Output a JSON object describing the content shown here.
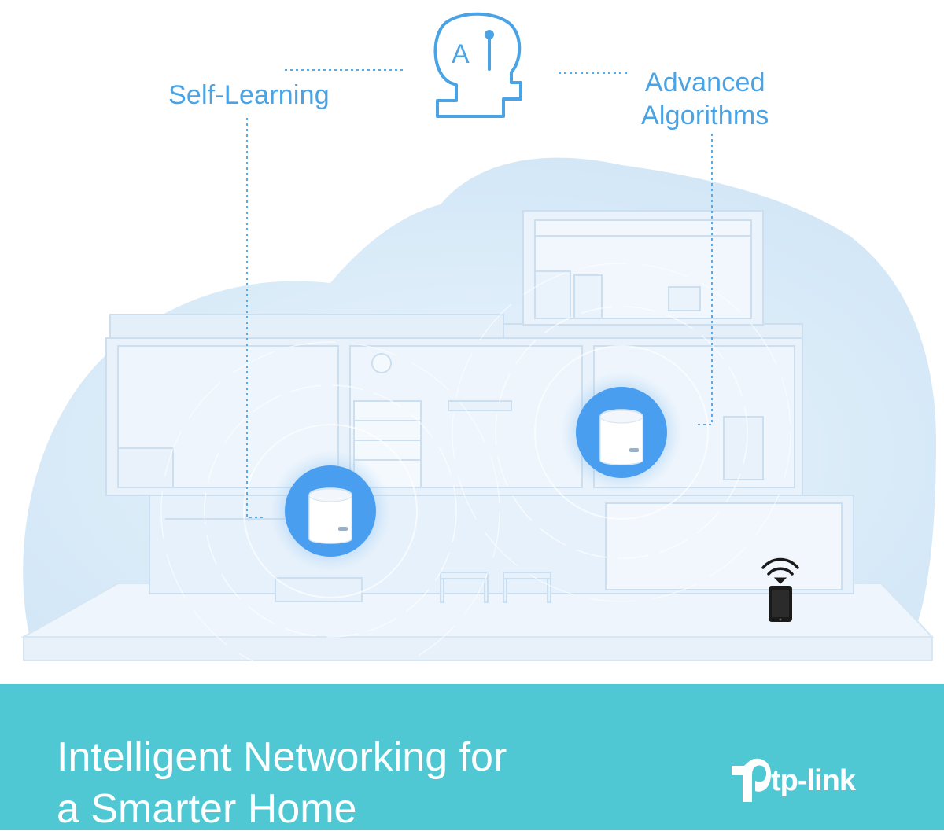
{
  "labels": {
    "self_learning": "Self-Learning",
    "advanced_line1": "Advanced",
    "advanced_line2": "Algorithms"
  },
  "ai_badge": {
    "text": "A"
  },
  "headline": {
    "line1": "Intelligent Networking for",
    "line2": "a Smarter Home"
  },
  "brand": {
    "name": "tp-link"
  },
  "colors": {
    "accent_blue": "#4aa3e4",
    "banner_teal": "#4fc8d4",
    "cloud": "#dcecf8",
    "house": "#e6f1fb"
  },
  "icons": [
    "ai-head-icon",
    "mesh-unit-icon",
    "wifi-icon",
    "smartphone-icon",
    "tp-link-logo-icon"
  ]
}
